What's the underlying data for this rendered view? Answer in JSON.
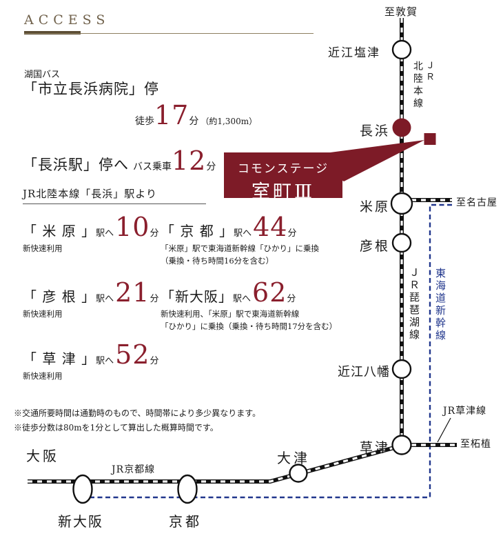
{
  "colors": {
    "accent": "#7d1b27",
    "number_red": "#8a1f2d",
    "shinkansen_blue": "#20368c",
    "access_brown": "#6f604a"
  },
  "access": {
    "title": "ACCESS"
  },
  "bus": {
    "company": "湖国バス",
    "stop": "「市立長浜病院」停",
    "walk_prefix": "徒歩",
    "walk_min": "17",
    "walk_unit": "分",
    "walk_note": "（約1,300m）",
    "to_station_stop": "「長浜駅」停へ",
    "ride_prefix": "バス乗車",
    "ride_min": "12",
    "ride_unit": "分"
  },
  "rail_from": "JR北陸本線「長浜」駅より",
  "destinations": [
    {
      "name": "「 米 原 」",
      "suffix": "駅へ",
      "min": "10",
      "unit": "分",
      "notes": [
        "新快速利用"
      ]
    },
    {
      "name": "「 京 都 」",
      "suffix": "駅へ",
      "min": "44",
      "unit": "分",
      "notes": [
        "「米原」駅で東海道新幹線「ひかり」に乗換",
        "（乗換・待ち時間16分を含む）"
      ]
    },
    {
      "name": "「 彦 根 」",
      "suffix": "駅へ",
      "min": "21",
      "unit": "分",
      "notes": [
        "新快速利用"
      ]
    },
    {
      "name": "「新大阪」",
      "suffix": "駅へ",
      "min": "62",
      "unit": "分",
      "notes": [
        "新快速利用、「米原」駅で東海道新幹線",
        "「ひかり」に乗換（乗換・待ち時間17分を含む）"
      ]
    },
    {
      "name": "「 草 津 」",
      "suffix": "駅へ",
      "min": "52",
      "unit": "分",
      "notes": [
        "新快速利用"
      ]
    }
  ],
  "footnotes": [
    "※交通所要時間は通勤時のもので、時間帯により多少異なります。",
    "※徒歩分数は80mを1分として算出した概算時間です。"
  ],
  "map": {
    "dir_tsuruga": "至敦賀",
    "dir_nagoya": "至名古屋",
    "dir_tsuge": "至柘植",
    "stations": {
      "omi_shiozu": "近江塩津",
      "nagahama": "長浜",
      "maibara": "米原",
      "hikone": "彦根",
      "omi_hachiman": "近江八幡",
      "kusatsu": "草津",
      "otsu": "大津",
      "kyoto": "京都",
      "shin_osaka": "新大阪",
      "osaka": "大阪"
    },
    "lines": {
      "hokuriku": "北陸本線",
      "jr": "ＪＲ",
      "biwako": "ＪＲ琵琶湖線",
      "tokaido_shinkansen": "東海道新幹線",
      "kyoto_line": "JR京都線",
      "kusatsu_line": "JR草津線"
    },
    "callout": {
      "line1": "コモンステージ",
      "line2": "室町Ⅲ"
    }
  }
}
